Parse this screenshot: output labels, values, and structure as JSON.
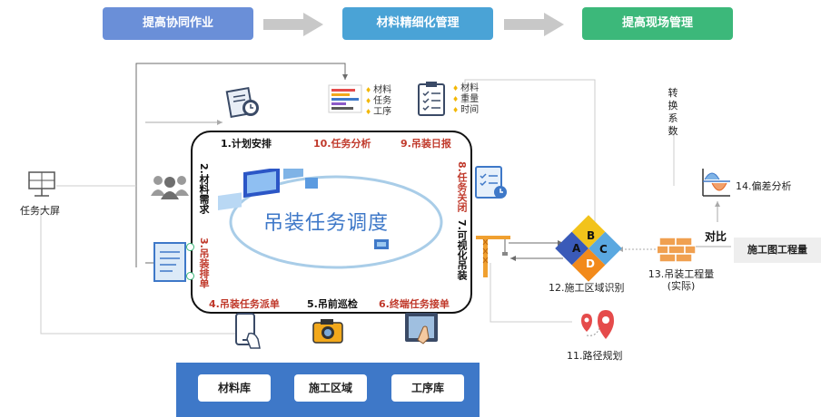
{
  "stages": [
    "提高协同作业",
    "材料精细化管理",
    "提高现场管理"
  ],
  "colors": {
    "stage1": "#6a8fd8",
    "stage2": "#4aa3d6",
    "stage3": "#3cb87a",
    "arrow": "#c8c8c8",
    "panel": "#3e78c8",
    "red": "#c0392b",
    "line": "#9a9a9a",
    "connector": "#6c6c6c",
    "ellipse": "#a9cde8"
  },
  "center_title": "吊装任务调度",
  "screen_label": "任务大屏",
  "steps": {
    "s1": "1.计划安排",
    "s2": "2.材料需求",
    "s3": "3.吊装排单",
    "s4": "4.吊装任务派单",
    "s5": "5.吊前巡检",
    "s6": "6.终端任务接单",
    "s7": "7.可视化吊装",
    "s8": "8.任务关闭",
    "s9": "9.吊装日报",
    "s10": "10.任务分析"
  },
  "legend_left": [
    "材料",
    "任务",
    "工序"
  ],
  "legend_right": [
    "材料",
    "重量",
    "时间"
  ],
  "conversion": "转换系数",
  "deviation": "14.偏差分析",
  "compare": "对比",
  "drawing_qty": "施工图工程量",
  "actual_qty": "13.吊装工程量\n(实际)",
  "zone": "12.施工区域识别",
  "route": "11.路径规划",
  "libraries": [
    "材料库",
    "施工区域",
    "工序库"
  ],
  "puzzle_letters": [
    "A",
    "B",
    "C",
    "D"
  ]
}
